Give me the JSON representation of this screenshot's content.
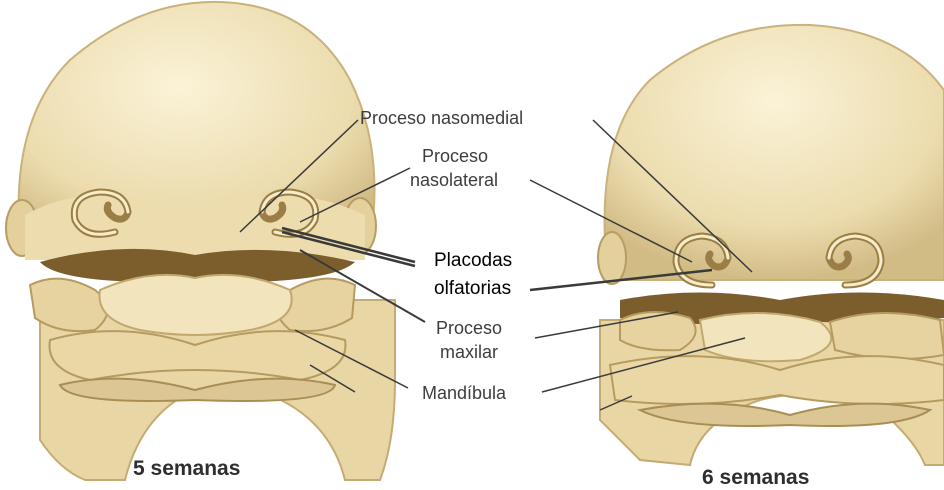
{
  "colors": {
    "skin": "#ecdcae",
    "skin_light": "#f7ecca",
    "skin_shadow": "#c9b27c",
    "groove": "#7b5e2c",
    "line": "#3a3a3a"
  },
  "labels": {
    "nasomedial": "Proceso nasomedial",
    "nasolateral_1": "Proceso",
    "nasolateral_2": "nasolateral",
    "placodas_1": "Placodas",
    "placodas_2": "olfatorias",
    "maxilar_1": "Proceso",
    "maxilar_2": "maxilar",
    "mandibula": "Mandíbula"
  },
  "captions": {
    "left": "5 semanas",
    "right": "6 semanas"
  }
}
